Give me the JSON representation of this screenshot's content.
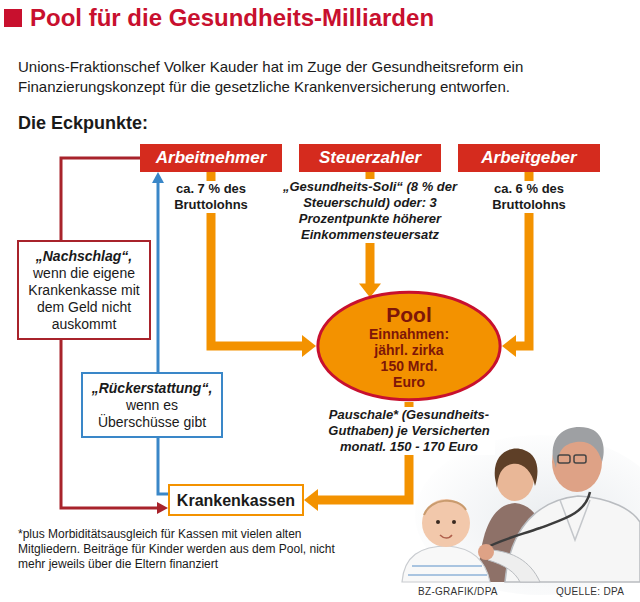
{
  "diagram": {
    "title": "Pool für die Gesundheits-Milliarden",
    "nodes": [
      {
        "text": [
          "Arbeitnehmer"
        ]
      },
      {
        "text": [
          "Steuerzahler"
        ]
      },
      {
        "text": [
          "Arbeitgeber"
        ]
      },
      {
        "text": [
          "Pool",
          "Einnahmen: jährl. zirka 150 Mrd. Euro"
        ]
      },
      {
        "text": [
          "„Nachschlag“,",
          "wenn die eigene Krankenkasse mit dem Geld nicht auskommt"
        ]
      },
      {
        "text": [
          "„Rückerstattung“,",
          "wenn es Überschüsse gibt"
        ]
      },
      {
        "text": [
          "Krankenkassen"
        ]
      }
    ],
    "edges": [
      {
        "from": 0,
        "to": 3,
        "label": "ca. 7 % des Bruttolohns",
        "arrow": "to"
      },
      {
        "from": 1,
        "to": 3,
        "label": "„Gesundheits-Soli“ (8 % der Steuerschuld) oder: 3 Prozentpunkte höherer Einkommensteuersatz",
        "arrow": "to"
      },
      {
        "from": 2,
        "to": 3,
        "label": "ca. 6 % des Bruttolohns",
        "arrow": "to"
      },
      {
        "from": 3,
        "to": 6,
        "label": "Pauschale* (Gesundheits-Guthaben) je Versicherten monatl. 150 - 170 Euro",
        "arrow": "to"
      },
      {
        "from": 0,
        "to": 4,
        "arrow": "none"
      },
      {
        "from": 4,
        "to": 6,
        "arrow": "to"
      },
      {
        "from": 6,
        "to": 5,
        "arrow": "none"
      },
      {
        "from": 5,
        "to": 0,
        "arrow": "to"
      }
    ],
    "labels": [
      "Unions-Fraktionschef Volker Kauder hat im Zuge der Gesundheitsreform ein Finanzierungskonzept für die gesetzliche Krankenversicherung entworfen.",
      "Die Eckpunkte:",
      "*plus Morbiditätsausgleich für Kassen mit vielen alten Mitgliedern. Beiträge für Kinder werden aus dem Pool, nicht mehr jeweils über die Eltern finanziert",
      "BZ-GRAFIK/DPA",
      "QUELLE: DPA"
    ]
  }
}
